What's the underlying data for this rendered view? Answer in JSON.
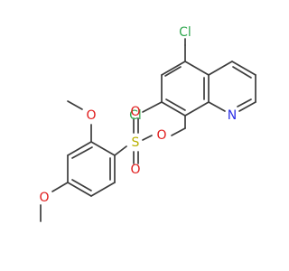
{
  "colors": {
    "bond": "#3c3c3c",
    "Cl": "#32a850",
    "N": "#2a2ee6",
    "O": "#e01b1b",
    "S": "#b8b000"
  },
  "atoms": {
    "cl_top": "Cl",
    "cl_left": "Cl",
    "n_ring": "N",
    "o_ester": "O",
    "s_center": "S",
    "o_sulfonyl_1": "O",
    "o_sulfonyl_2": "O",
    "o_methoxy_2": "O",
    "o_methoxy_4": "O"
  }
}
